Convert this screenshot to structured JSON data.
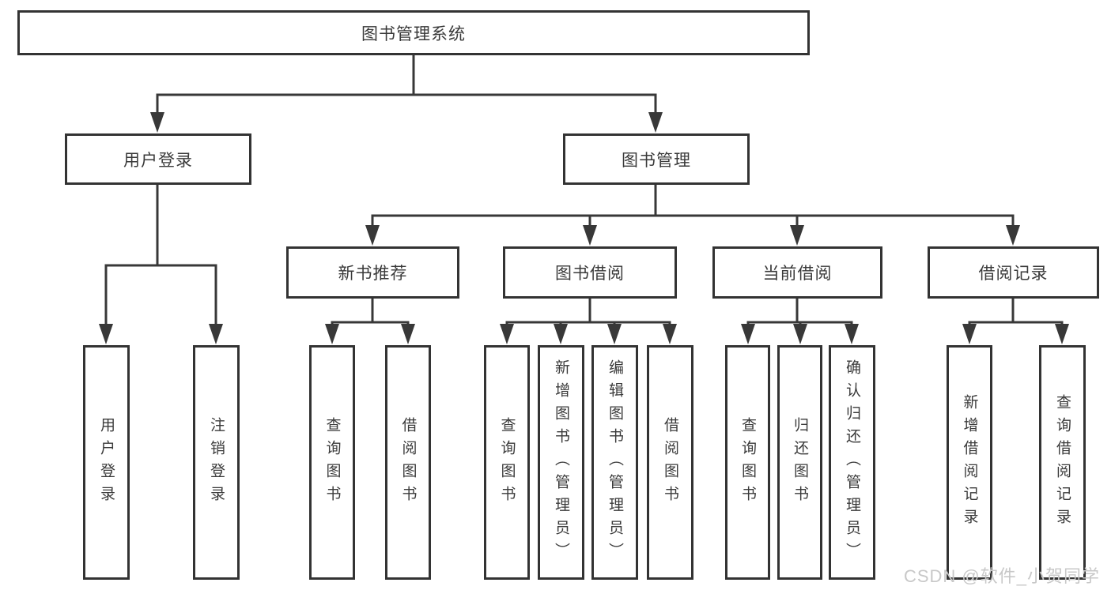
{
  "tree": {
    "root": {
      "label": "图书管理系统"
    },
    "branches": [
      {
        "label": "用户登录",
        "children": [
          {
            "label": "用户登录"
          },
          {
            "label": "注销登录"
          }
        ]
      },
      {
        "label": "图书管理",
        "children": [
          {
            "label": "新书推荐",
            "children": [
              {
                "label": "查询图书"
              },
              {
                "label": "借阅图书"
              }
            ]
          },
          {
            "label": "图书借阅",
            "children": [
              {
                "label": "查询图书"
              },
              {
                "label": "新增图书（管理员）"
              },
              {
                "label": "编辑图书（管理员）"
              },
              {
                "label": "借阅图书"
              }
            ]
          },
          {
            "label": "当前借阅",
            "children": [
              {
                "label": "查询图书"
              },
              {
                "label": "归还图书"
              },
              {
                "label": "确认归还（管理员）"
              }
            ]
          },
          {
            "label": "借阅记录",
            "children": [
              {
                "label": "新增借阅记录"
              },
              {
                "label": "查询借阅记录"
              }
            ]
          }
        ]
      }
    ]
  },
  "watermark": {
    "text": "CSDN @软件_小贺同学",
    "color": "#c8c8c8"
  },
  "style": {
    "line_color": "#383838",
    "box_border_color": "#333333",
    "text_color": "#3a3a3a",
    "background": "#ffffff"
  }
}
